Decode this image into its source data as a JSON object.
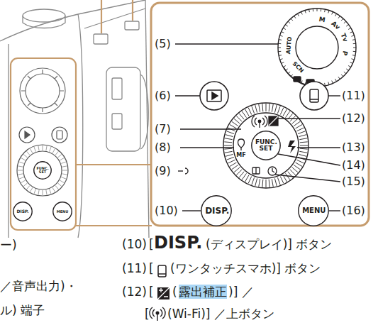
{
  "diagram": {
    "nodes": [
      {
        "text": [
          "FUNC. SET"
        ]
      },
      {
        "text": [
          "DISP."
        ]
      },
      {
        "text": [
          "MENU"
        ]
      },
      {
        "text": [
          "FUNC. SET"
        ]
      },
      {
        "text": [
          "DISP."
        ]
      },
      {
        "text": [
          "MENU"
        ]
      }
    ],
    "labels": [
      "(5)",
      "(6)",
      "(7)",
      "(8)",
      "(9)",
      "(10)",
      "(11)",
      "(12)",
      "(13)",
      "(14)",
      "(15)",
      "(16)",
      "M",
      "Av",
      "Tv",
      "P",
      "AUTO",
      "SCN",
      "MF",
      "ー)",
      "／音声出力)・",
      "ル) 端子",
      "(10)",
      "[",
      "DISP.",
      "(ディスプレイ)] ボタン",
      "(11)",
      "[",
      "(ワンタッチスマホ)] ボタン",
      "(12)",
      "[",
      "(",
      "露出補正",
      ")] ／",
      "[",
      "(Wi-Fi)] ／上ボタン"
    ]
  }
}
